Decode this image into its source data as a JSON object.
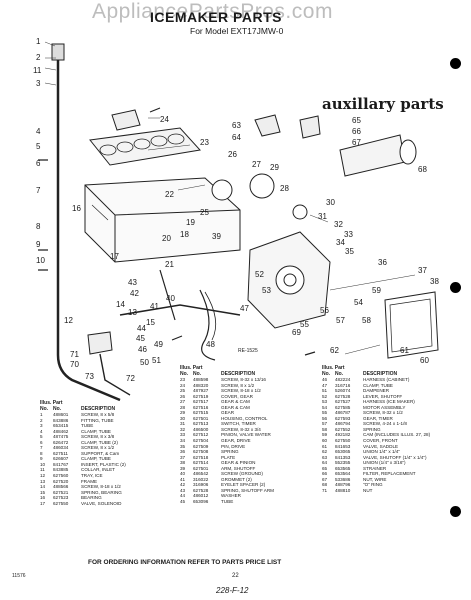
{
  "header": {
    "watermark": "AppliancePartsPros.com",
    "title": "ICEMAKER PARTS",
    "subtitle": "For Model EXT17JMW-0"
  },
  "aux_label": "auxillary parts",
  "diagram_number": "RE-1525",
  "callouts": [
    "1",
    "2",
    "11",
    "3",
    "4",
    "24",
    "23",
    "5",
    "6",
    "22",
    "7",
    "19",
    "18",
    "20",
    "17",
    "21",
    "16",
    "8",
    "9",
    "10",
    "26",
    "27",
    "29",
    "28",
    "30",
    "25",
    "31",
    "32",
    "33",
    "39",
    "34",
    "35",
    "36",
    "37",
    "38",
    "43",
    "42",
    "40",
    "41",
    "14",
    "13",
    "15",
    "12",
    "44",
    "45",
    "46",
    "47",
    "48",
    "49",
    "50",
    "51",
    "52",
    "53",
    "54",
    "55",
    "56",
    "57",
    "58",
    "59",
    "60",
    "61",
    "62",
    "63",
    "64",
    "65",
    "66",
    "67",
    "68",
    "69",
    "70",
    "71",
    "72",
    "73"
  ],
  "table_left": {
    "title": "Illus. Part",
    "columns": [
      "No.",
      "No.",
      "DESCRIPTION"
    ],
    "rows": [
      [
        "1",
        "488601",
        "SCREW, 8 x 5/8"
      ],
      [
        "2",
        "843886",
        "FITTING, TUBE"
      ],
      [
        "3",
        "653415",
        "TUBE"
      ],
      [
        "4",
        "488462",
        "CLAMP, TUBE"
      ],
      [
        "5",
        "487475",
        "SCREW, 8 x 3/8"
      ],
      [
        "6",
        "626472",
        "CLAMP, TUBE (2)"
      ],
      [
        "7",
        "486034",
        "SCREW, 8 x 1/2"
      ],
      [
        "8",
        "627511",
        "SUPPORT, & Cam"
      ],
      [
        "9",
        "626607",
        "CLAMP, TUBE"
      ],
      [
        "10",
        "841767",
        "INSERT, PLASTIC (2)"
      ],
      [
        "11",
        "843885",
        "COLLAR, INLET"
      ],
      [
        "12",
        "627560",
        "TRAY, ICE"
      ],
      [
        "13",
        "627520",
        "FRAME"
      ],
      [
        "14",
        "488566",
        "SCREW, 8-18 x 1/2"
      ],
      [
        "15",
        "627521",
        "SPRING, BEARING"
      ],
      [
        "16",
        "627523",
        "BEARING"
      ],
      [
        "17",
        "627550",
        "VALVE, SOLENOID"
      ]
    ]
  },
  "table_mid": {
    "title": "Illus. Part",
    "columns": [
      "No.",
      "No.",
      "DESCRIPTION"
    ],
    "rows": [
      [
        "23",
        "488598",
        "SCREW, 8-32 x 13/16"
      ],
      [
        "24",
        "488320",
        "SCREW, 8 x 1/2"
      ],
      [
        "25",
        "487927",
        "SCREW, 8-18 x 1/2"
      ],
      [
        "26",
        "627519",
        "COVER, GEAR"
      ],
      [
        "27",
        "627517",
        "GEAR & CAM"
      ],
      [
        "28",
        "627516",
        "GEAR & CAM"
      ],
      [
        "29",
        "627515",
        "GEAR"
      ],
      [
        "30",
        "627501",
        "HOUSING, CONTROL"
      ],
      [
        "31",
        "627513",
        "SWITCH, TIMER"
      ],
      [
        "32",
        "486500",
        "SCREW, 8-32 x 3/4"
      ],
      [
        "33",
        "627512",
        "PINION, VALVE WATER"
      ],
      [
        "34",
        "627504",
        "GEAR, DRIVE"
      ],
      [
        "35",
        "627509",
        "PIN, DRIVE"
      ],
      [
        "36",
        "627508",
        "SPRING"
      ],
      [
        "37",
        "627518",
        "PLATE"
      ],
      [
        "38",
        "627514",
        "GEAR & PINION"
      ],
      [
        "39",
        "627501",
        "ARM, SHUTOFF"
      ],
      [
        "40",
        "486542",
        "SCREW (GROUND)"
      ],
      [
        "41",
        "316022",
        "GROMMET (2)"
      ],
      [
        "42",
        "316906",
        "EYELET SPACER (2)"
      ],
      [
        "43",
        "627528",
        "SPRING, SHUTOFF ARM"
      ],
      [
        "44",
        "486012",
        "WASHER"
      ],
      [
        "45",
        "653096",
        "TUBE"
      ]
    ]
  },
  "table_right": {
    "title": "Illus. Part",
    "columns": [
      "No.",
      "No.",
      "DESCRIPTION"
    ],
    "rows": [
      [
        "46",
        "482224",
        "HARNESS (CABINET)"
      ],
      [
        "47",
        "316716",
        "CLAMP, TUBE"
      ],
      [
        "51",
        "526074",
        "DAMPENER"
      ],
      [
        "52",
        "627528",
        "LEVER, SHUTOFF"
      ],
      [
        "53",
        "627527",
        "HARNESS (ICE MAKER)"
      ],
      [
        "54",
        "627585",
        "MOTOR ASSEMBLY"
      ],
      [
        "55",
        "486787",
        "SCREW, 8-32 x 1/2"
      ],
      [
        "56",
        "627593",
        "GEAR, TIMER"
      ],
      [
        "57",
        "486794",
        "SCREW, 4-24 x 1-1/8"
      ],
      [
        "58",
        "627552",
        "SPRING"
      ],
      [
        "59",
        "492182",
        "CAM (INCLUDES ILLUS. 27, 28)"
      ],
      [
        "60",
        "627550",
        "COVER, FRONT"
      ],
      [
        "61",
        "841653",
        "VALVE, SADDLE"
      ],
      [
        "62",
        "653065",
        "UNION 1/4\" x 1/4\""
      ],
      [
        "63",
        "841353",
        "VALVE, SHUTOFF (1/4\" x 1/4\")"
      ],
      [
        "64",
        "552355",
        "UNION (1/4\" x 3/16\")"
      ],
      [
        "65",
        "653565",
        "STRAINER"
      ],
      [
        "66",
        "653564",
        "FILTER, REPLACEMENT"
      ],
      [
        "67",
        "533686",
        "NUT, WIRE"
      ],
      [
        "68",
        "488796",
        "\"O\" RING"
      ],
      [
        "71",
        "488810",
        "NUT"
      ]
    ]
  },
  "footer": {
    "note": "FOR ORDERING INFORMATION REFER TO PARTS PRICE LIST",
    "page": "22",
    "doc": "11576",
    "code": "228-F-12"
  }
}
